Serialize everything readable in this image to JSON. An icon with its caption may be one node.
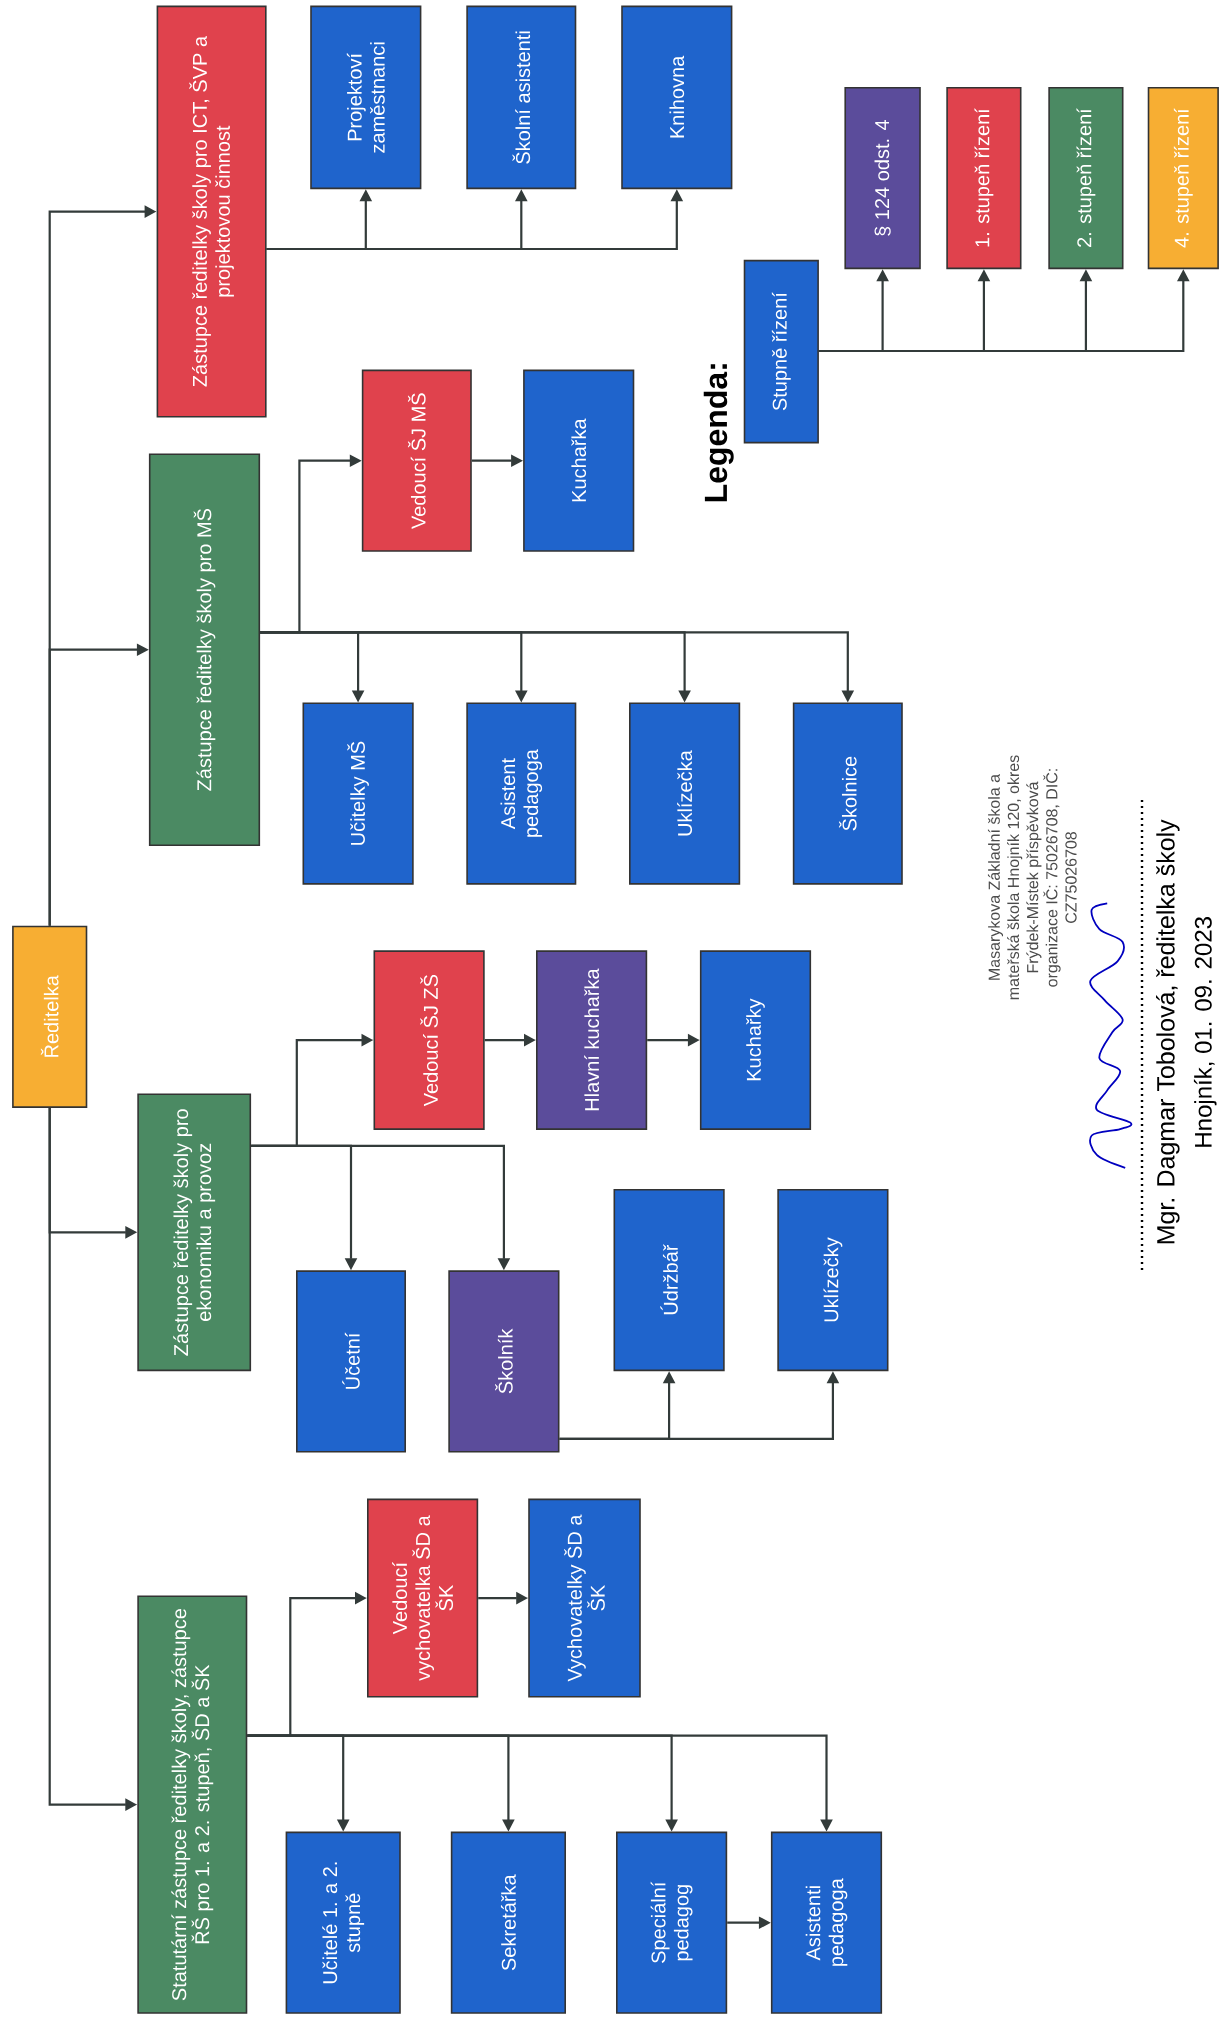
{
  "diagram": {
    "nodes": [
      {
        "text": [
          "Ředitelka"
        ]
      },
      {
        "text": [
          "Statutární zástupce ředitelky školy, zástupce ŘŠ pro 1. a 2. stupeň, ŠD a ŠK"
        ]
      },
      {
        "text": [
          "Zástupce ředitelky školy pro ekonomiku a provoz"
        ]
      },
      {
        "text": [
          "Zástupce ředitelky školy pro MŠ"
        ]
      },
      {
        "text": [
          "Zástupce ředitelky školy pro ICT, ŠVP a projektovou činnost"
        ]
      },
      {
        "text": [
          "Vedoucí vychovatelka ŠD a ŠK"
        ]
      },
      {
        "text": [
          "Vychovatelky ŠD a ŠK"
        ]
      },
      {
        "text": [
          "Učitelé 1. a 2. stupně"
        ]
      },
      {
        "text": [
          "Sekretářka"
        ]
      },
      {
        "text": [
          "Speciální pedagog"
        ]
      },
      {
        "text": [
          "Asistenti pedagoga"
        ]
      },
      {
        "text": [
          "Vedoucí ŠJ ZŠ"
        ]
      },
      {
        "text": [
          "Hlavní kuchařka"
        ]
      },
      {
        "text": [
          "Kuchařky"
        ]
      },
      {
        "text": [
          "Účetní"
        ]
      },
      {
        "text": [
          "Školník"
        ]
      },
      {
        "text": [
          "Údržbář"
        ]
      },
      {
        "text": [
          "Uklízečky"
        ]
      },
      {
        "text": [
          "Vedoucí ŠJ MŠ"
        ]
      },
      {
        "text": [
          "Kuchařka"
        ]
      },
      {
        "text": [
          "Učitelky MŠ"
        ]
      },
      {
        "text": [
          "Asistent pedagoga"
        ]
      },
      {
        "text": [
          "Uklízečka"
        ]
      },
      {
        "text": [
          "Školnice"
        ]
      },
      {
        "text": [
          "Projektoví zaměstnanci"
        ]
      },
      {
        "text": [
          "Školní asistenti"
        ]
      },
      {
        "text": [
          "Knihovna"
        ]
      },
      {
        "text": [
          "Stupně řízení"
        ]
      },
      {
        "text": [
          "§ 124 odst. 4"
        ]
      },
      {
        "text": [
          "1. stupeň řízení"
        ]
      },
      {
        "text": [
          "2. stupeň řízení"
        ]
      },
      {
        "text": [
          "4. stupeň řízení"
        ]
      }
    ],
    "edges": [
      {
        "from": 0,
        "to": 4,
        "arrow": "to"
      },
      {
        "from": 0,
        "to": 3,
        "arrow": "to"
      },
      {
        "from": 0,
        "to": 2,
        "arrow": "to"
      },
      {
        "from": 0,
        "to": 1,
        "arrow": "to"
      },
      {
        "from": 1,
        "to": 5,
        "arrow": "to"
      },
      {
        "from": 5,
        "to": 6,
        "arrow": "to"
      },
      {
        "from": 1,
        "to": 7,
        "arrow": "to"
      },
      {
        "from": 1,
        "to": 8,
        "arrow": "to"
      },
      {
        "from": 1,
        "to": 9,
        "arrow": "to"
      },
      {
        "from": 1,
        "to": 10,
        "arrow": "to"
      },
      {
        "from": 9,
        "to": 10,
        "arrow": "to"
      },
      {
        "from": 2,
        "to": 11,
        "arrow": "to"
      },
      {
        "from": 11,
        "to": 12,
        "arrow": "to"
      },
      {
        "from": 12,
        "to": 13,
        "arrow": "to"
      },
      {
        "from": 2,
        "to": 14,
        "arrow": "to"
      },
      {
        "from": 2,
        "to": 15,
        "arrow": "to"
      },
      {
        "from": 15,
        "to": 16,
        "arrow": "to"
      },
      {
        "from": 15,
        "to": 17,
        "arrow": "to"
      },
      {
        "from": 3,
        "to": 18,
        "arrow": "to"
      },
      {
        "from": 18,
        "to": 19,
        "arrow": "to"
      },
      {
        "from": 3,
        "to": 20,
        "arrow": "to"
      },
      {
        "from": 3,
        "to": 21,
        "arrow": "to"
      },
      {
        "from": 3,
        "to": 22,
        "arrow": "to"
      },
      {
        "from": 3,
        "to": 23,
        "arrow": "to"
      },
      {
        "from": 4,
        "to": 24,
        "arrow": "to"
      },
      {
        "from": 4,
        "to": 25,
        "arrow": "to"
      },
      {
        "from": 4,
        "to": 26,
        "arrow": "to"
      },
      {
        "from": 27,
        "to": 28,
        "arrow": "to"
      },
      {
        "from": 27,
        "to": 29,
        "arrow": "to"
      },
      {
        "from": 27,
        "to": 30,
        "arrow": "to"
      },
      {
        "from": 27,
        "to": 31,
        "arrow": "to"
      }
    ],
    "labels": [
      "Legenda:",
      "Masarykova Základní škola a mateřská škola Hnojník 120, okres Frýdek-Místek příspěvková organizace IČ: 75026708, DIČ: CZ75026708",
      "Mgr. Dagmar Tobolová, ředitelka školy",
      "Hnojník, 01. 09. 2023"
    ]
  }
}
